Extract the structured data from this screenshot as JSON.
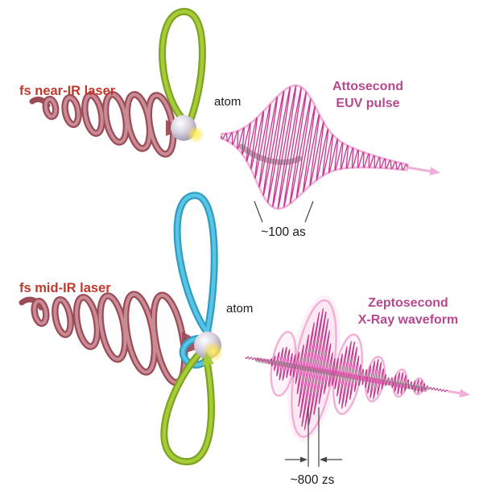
{
  "panels": {
    "top": {
      "laser_label": "fs near-IR laser",
      "atom_label": "atom",
      "pulse_label": [
        "Attosecond",
        "EUV pulse"
      ],
      "duration_label": "~100 as"
    },
    "bottom": {
      "laser_label": "fs mid-IR laser",
      "atom_label": "atom",
      "pulse_label": [
        "Zeptosecond",
        "X-Ray waveform"
      ],
      "duration_label": "~800 zs"
    }
  },
  "colors": {
    "laser_text": "#c0392b",
    "pulse_text": "#b5498f",
    "carrier": "#c23a8e",
    "envelope": "#f1aed6",
    "envelope_fill": "rgba(247,205,230,0.22)",
    "spiral_dark": "#9c4c58",
    "spiral_light": "#c98b94",
    "loop_green": "#a6cd39",
    "loop_blue": "#5ac4e4",
    "atom_sphere": "#a79cb5",
    "glow": "#ffe84a",
    "measurement": "#444444"
  }
}
